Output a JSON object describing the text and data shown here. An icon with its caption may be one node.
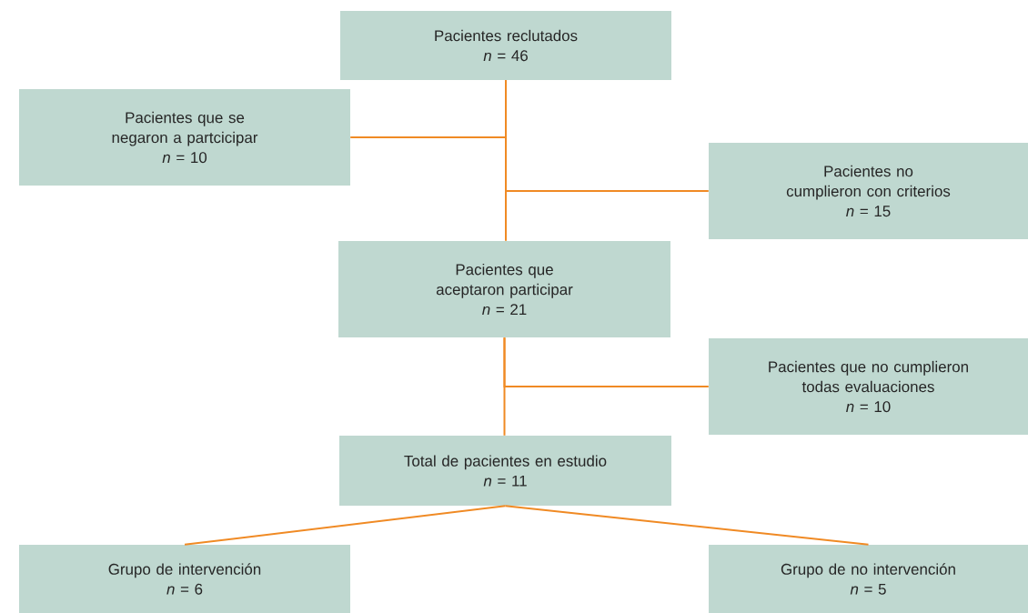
{
  "diagram": {
    "nodes": [
      {
        "text": [
          "Pacientes reclutados",
          "*n* = 46"
        ]
      },
      {
        "text": [
          "Pacientes que se negaron a partcicipar",
          "*n* = 10"
        ]
      },
      {
        "text": [
          "Pacientes no cumplieron con criterios",
          "*n* = 15"
        ]
      },
      {
        "text": [
          "Pacientes que aceptaron participar",
          "*n* = 21"
        ]
      },
      {
        "text": [
          "Pacientes que no cumplieron todas evaluaciones",
          "*n* = 10"
        ]
      },
      {
        "text": [
          "Total de pacientes en estudio",
          "*n* = 11"
        ]
      },
      {
        "text": [
          "Grupo de intervención",
          "*n* = 6"
        ]
      },
      {
        "text": [
          "Grupo de no intervención",
          "*n* = 5"
        ]
      }
    ],
    "edges": [
      {
        "from": 0,
        "to": 3,
        "arrow": "none"
      },
      {
        "from": 0,
        "to": 1,
        "arrow": "none"
      },
      {
        "from": 0,
        "to": 2,
        "arrow": "none"
      },
      {
        "from": 3,
        "to": 5,
        "arrow": "none"
      },
      {
        "from": 3,
        "to": 4,
        "arrow": "none"
      },
      {
        "from": 5,
        "to": 6,
        "arrow": "none"
      },
      {
        "from": 5,
        "to": 7,
        "arrow": "none"
      }
    ]
  }
}
